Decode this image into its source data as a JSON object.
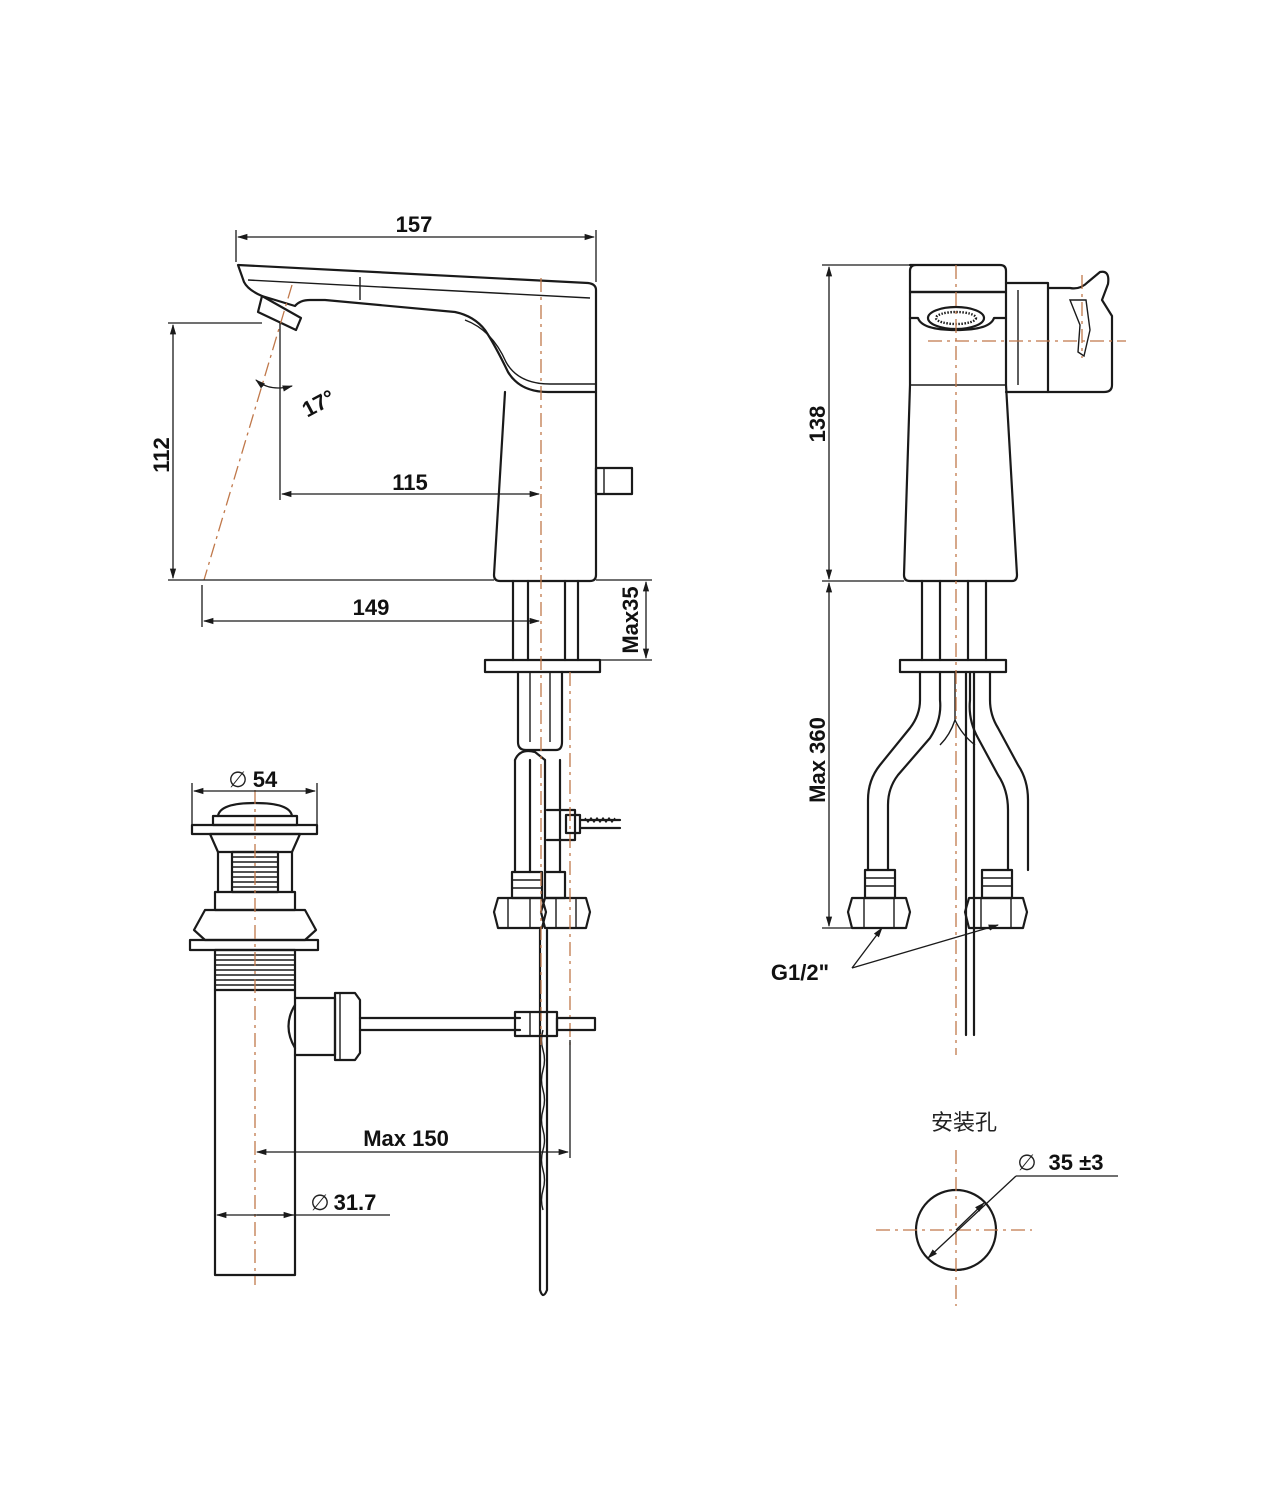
{
  "dimensions": {
    "faucet_length": "157",
    "spout_height": "112",
    "spout_reach": "115",
    "outlet_reach": "149",
    "spout_angle": "17°",
    "body_height": "138",
    "shank_length": "Max35",
    "hose_length": "Max 360",
    "hose_thread": "G1/2\"",
    "drain_head_dia": "54",
    "drain_tube_dia": "31.7",
    "pop_up_rod": "Max 150",
    "hole_label": "安装孔",
    "hole_dia": "35 ±3"
  },
  "symbols": {
    "diameter": "∅"
  },
  "colors": {
    "line": "#1a1a1a",
    "centerline": "#c0784a",
    "background": "#ffffff"
  }
}
